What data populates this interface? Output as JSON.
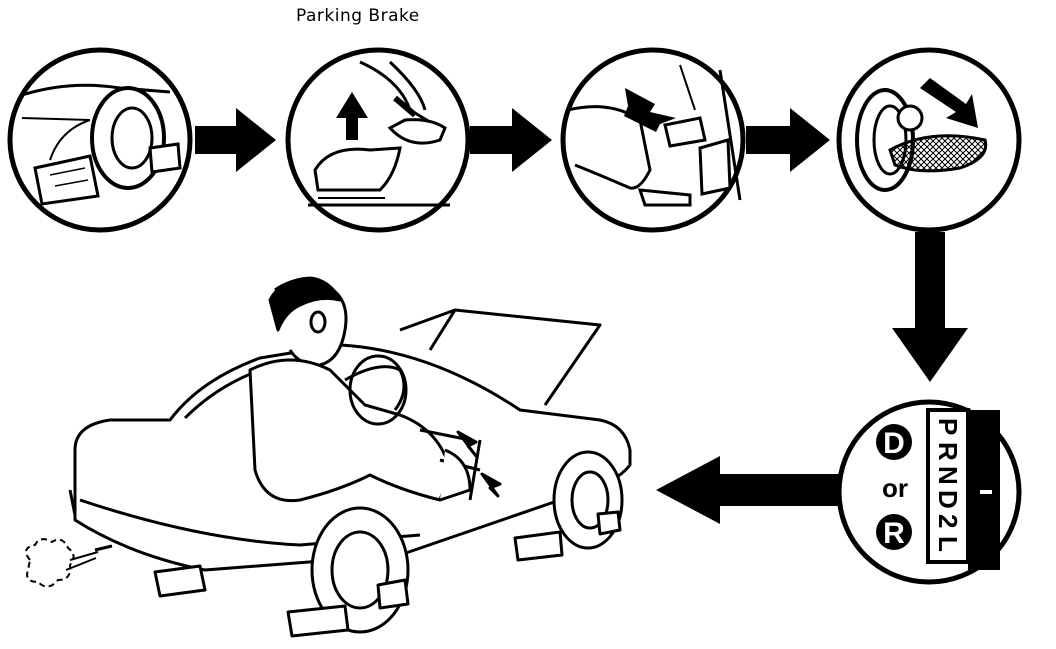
{
  "caption": "Parking Brake",
  "step5": {
    "option_d": "D",
    "option_or": "or",
    "option_r": "R",
    "gear_letters": [
      "P",
      "R",
      "N",
      "D",
      "2",
      "L"
    ]
  },
  "colors": {
    "ink": "#000000",
    "paper": "#ffffff"
  },
  "icons": [
    "wheel-chock-icon",
    "parking-brake-icon",
    "brake-pedal-icon",
    "ignition-key-icon",
    "gear-selector-icon",
    "car-on-stands-icon"
  ]
}
